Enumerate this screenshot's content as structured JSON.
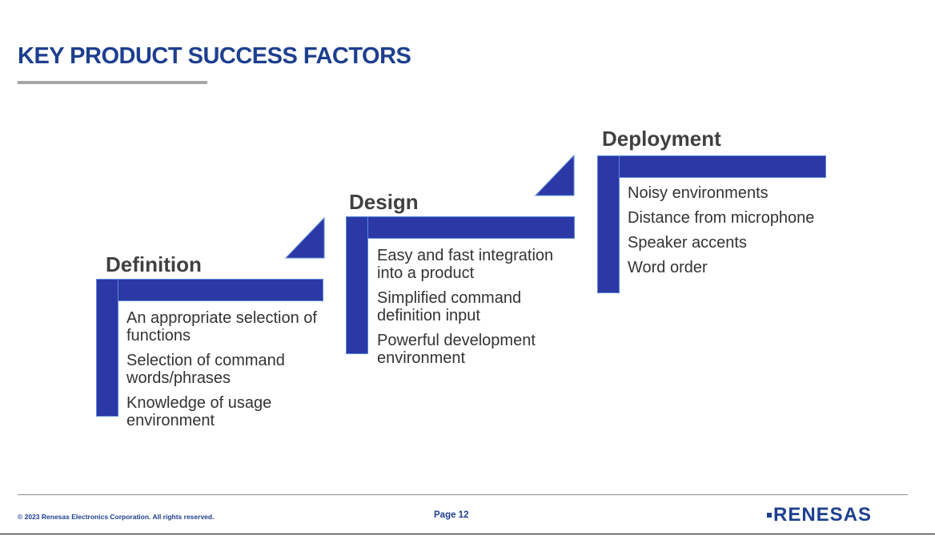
{
  "slide": {
    "title": "KEY PRODUCT SUCCESS FACTORS"
  },
  "colors": {
    "title": "#1d3f8f",
    "step_fill": "#2b38a6",
    "step_edge": "#5b8bd8",
    "underline": "#a6a6a6",
    "heading_text": "#404040",
    "body_text": "#333333"
  },
  "stages": [
    {
      "heading": "Definition",
      "items": [
        "An appropriate selection of functions",
        "Selection of command words/phrases",
        "Knowledge of usage environment"
      ]
    },
    {
      "heading": "Design",
      "items": [
        "Easy and fast integration into a product",
        "Simplified command definition input",
        "Powerful development environment"
      ]
    },
    {
      "heading": "Deployment",
      "items": [
        "Noisy environments",
        "Distance from microphone",
        "Speaker accents",
        "Word order"
      ]
    }
  ],
  "footer": {
    "copyright": "© 2023 Renesas Electronics Corporation. All rights reserved.",
    "page": "Page 12",
    "logo_text": "RENESAS",
    "logo_icon": "renesas-logo"
  }
}
